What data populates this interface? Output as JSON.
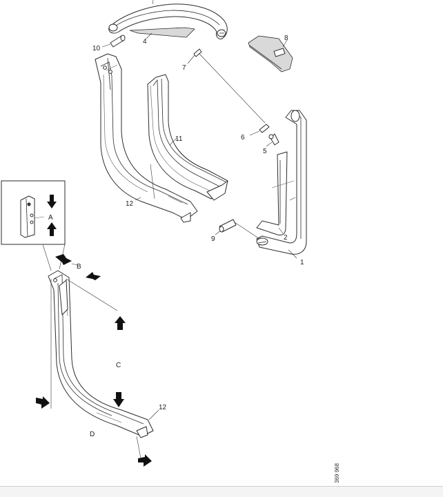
{
  "callouts": {
    "c1": "1",
    "c2": "2",
    "c4": "4",
    "c5": "5",
    "c6": "6",
    "c7": "7",
    "c8": "8",
    "c9": "9",
    "c10": "10",
    "c11": "11",
    "c12_top": "12",
    "c12_bottom": "12"
  },
  "views": {
    "a": "A",
    "b": "B",
    "c": "C",
    "d": "D"
  },
  "reference": "369 968"
}
